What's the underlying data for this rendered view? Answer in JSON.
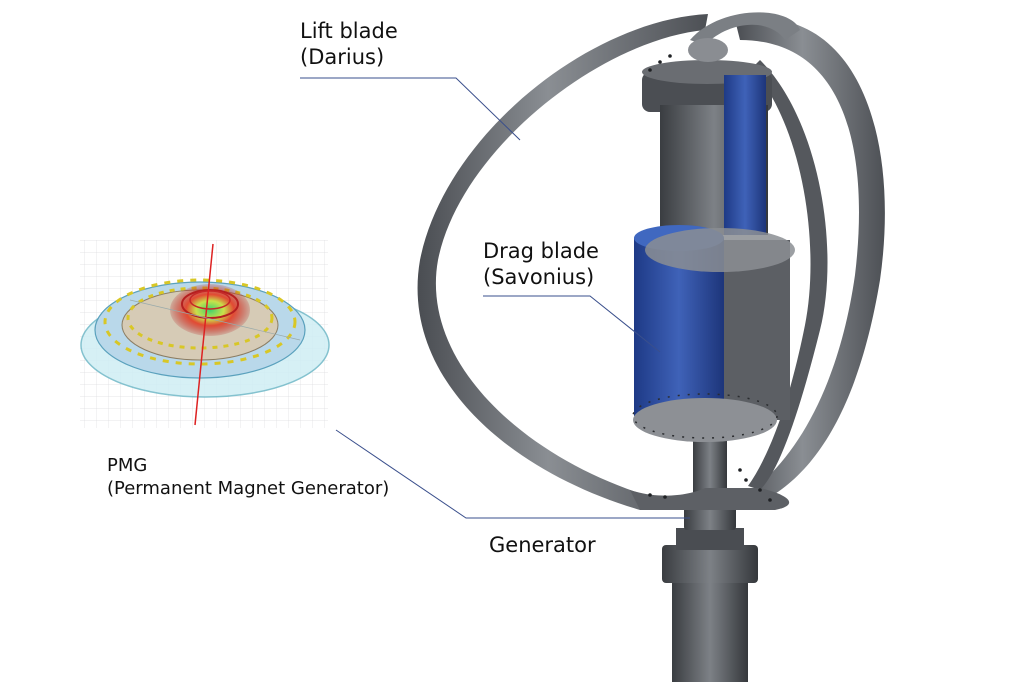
{
  "labels": {
    "lift_line1": "Lift blade",
    "lift_line2": "(Darius)",
    "drag_line1": "Drag blade",
    "drag_line2": "(Savonius)",
    "pmg_line1": "PMG",
    "pmg_line2": "(Permanent Magnet Generator)",
    "generator": "Generator"
  },
  "colors": {
    "blade_steel": "#6f7378",
    "drag_blue": "#2f4fa0",
    "hub_dark": "#3f4246",
    "leader_line": "#3a4f8c",
    "pmg_yellow": "#e4d33a",
    "pmg_red": "#d63b34",
    "pmg_cyan": "#9ad7e4"
  }
}
